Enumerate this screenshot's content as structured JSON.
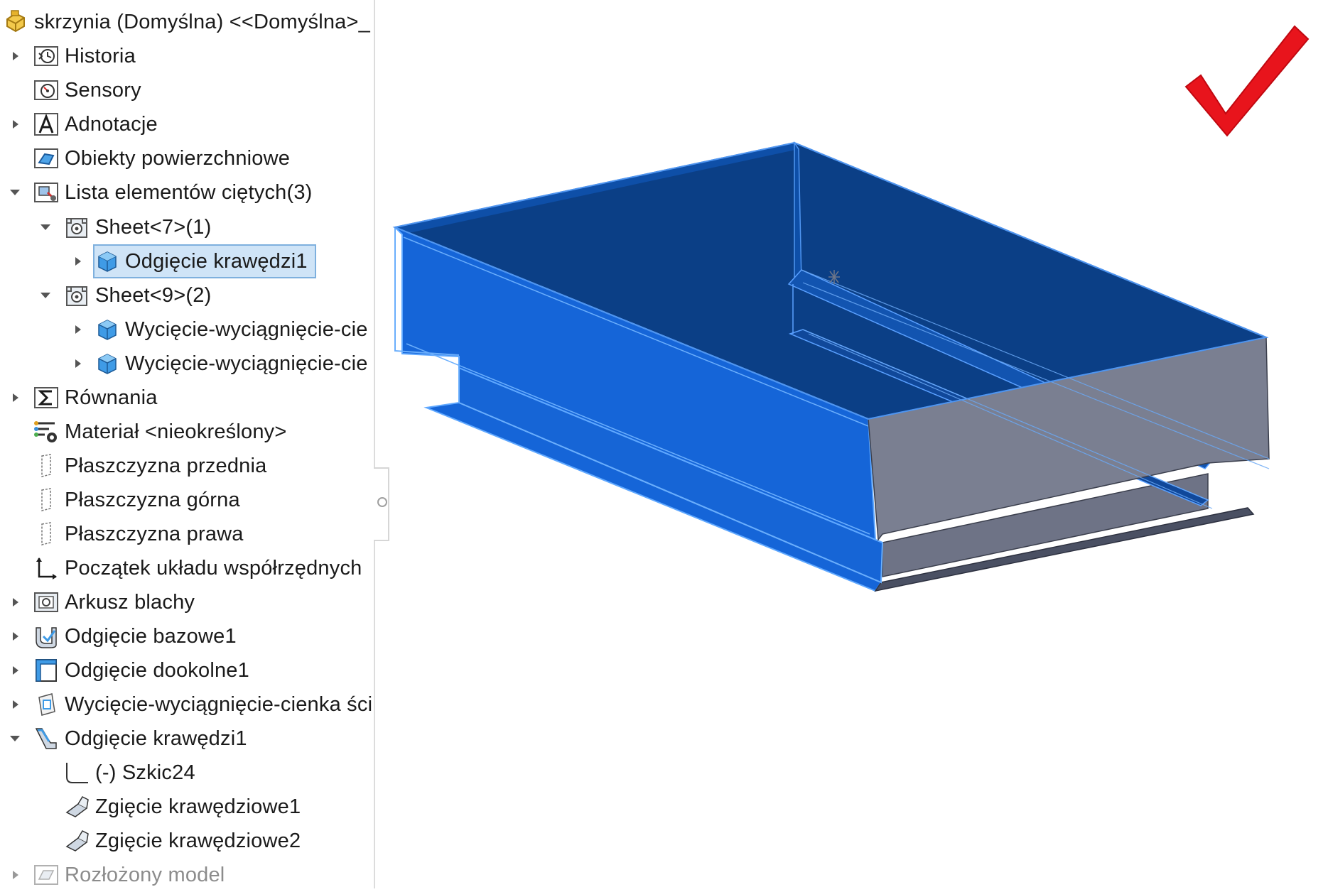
{
  "tree": {
    "root_label": "skrzynia (Domyślna) <<Domyślna>_",
    "items": [
      {
        "label": "Historia"
      },
      {
        "label": "Sensory"
      },
      {
        "label": "Adnotacje"
      },
      {
        "label": "Obiekty powierzchniowe"
      },
      {
        "label": "Lista elementów ciętych(3)"
      },
      {
        "label": "Sheet<7>(1)"
      },
      {
        "label": "Odgięcie krawędzi1"
      },
      {
        "label": "Sheet<9>(2)"
      },
      {
        "label": "Wycięcie-wyciągnięcie-cie"
      },
      {
        "label": "Wycięcie-wyciągnięcie-cie"
      },
      {
        "label": "Równania"
      },
      {
        "label": "Materiał <nieokreślony>"
      },
      {
        "label": "Płaszczyzna przednia"
      },
      {
        "label": "Płaszczyzna górna"
      },
      {
        "label": "Płaszczyzna prawa"
      },
      {
        "label": "Początek układu współrzędnych"
      },
      {
        "label": "Arkusz blachy"
      },
      {
        "label": "Odgięcie bazowe1"
      },
      {
        "label": "Odgięcie dookolne1"
      },
      {
        "label": "Wycięcie-wyciągnięcie-cienka ści"
      },
      {
        "label": "Odgięcie krawędzi1"
      },
      {
        "label": "(-) Szkic24"
      },
      {
        "label": "Zgięcie krawędziowe1"
      },
      {
        "label": "Zgięcie krawędziowe2"
      },
      {
        "label": "Rozłożony model"
      }
    ]
  },
  "colors": {
    "selection_fill": "#cfe4f7",
    "selection_border": "#7eb0de",
    "model_blue": "#1565d8",
    "model_dark": "#0b3f86",
    "model_gray": "#7a7f91",
    "checkmark": "#e8141c"
  },
  "viewport": {
    "status_icon": "red-checkmark-icon"
  }
}
